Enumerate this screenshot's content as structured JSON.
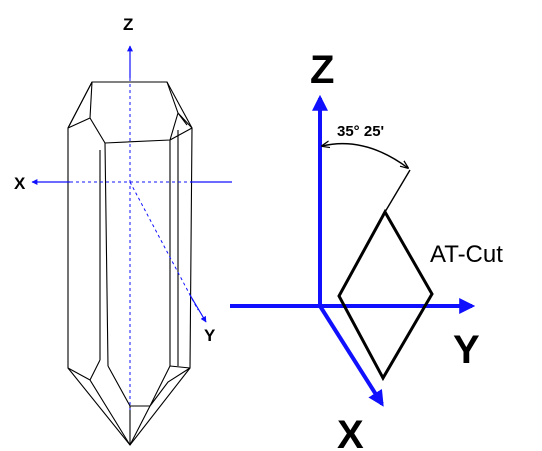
{
  "crystal_axes": {
    "z_label": "Z",
    "x_label": "X",
    "y_label": "Y"
  },
  "cut_axes": {
    "z_label": "Z",
    "x_label": "X",
    "y_label": "Y"
  },
  "angle_label": "35° 25'",
  "cut_label": "AT-Cut",
  "colors": {
    "axis": "#1010ff",
    "outline": "#000000",
    "background": "#ffffff"
  }
}
